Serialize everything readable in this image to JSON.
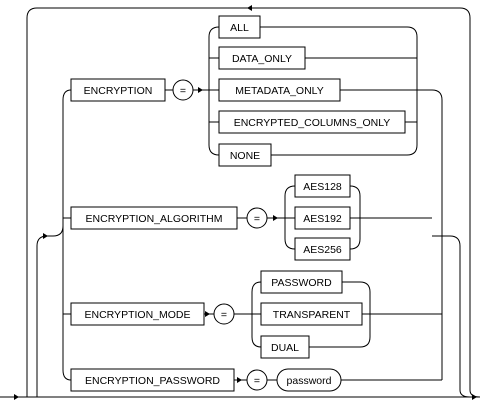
{
  "diagram": {
    "keywords": {
      "encryption": "ENCRYPTION",
      "encryption_algorithm": "ENCRYPTION_ALGORITHM",
      "encryption_mode": "ENCRYPTION_MODE",
      "encryption_password": "ENCRYPTION_PASSWORD"
    },
    "operator": "=",
    "encryption_options": [
      "ALL",
      "DATA_ONLY",
      "METADATA_ONLY",
      "ENCRYPTED_COLUMNS_ONLY",
      "NONE"
    ],
    "algorithm_options": [
      "AES128",
      "AES192",
      "AES256"
    ],
    "mode_options": [
      "PASSWORD",
      "TRANSPARENT",
      "DUAL"
    ],
    "password_value": "password"
  }
}
